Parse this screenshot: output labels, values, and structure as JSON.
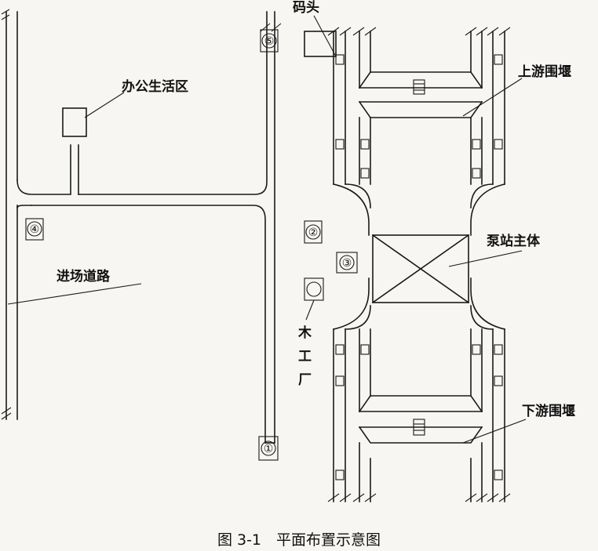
{
  "labels": {
    "wharf": "码头",
    "office": "办公生活区",
    "upstream_cofferdam": "上游围堰",
    "pump_station": "泵站主体",
    "access_road": "进场道路",
    "woodshop_1": "木",
    "woodshop_2": "工",
    "woodshop_3": "厂",
    "downstream_cofferdam": "下游围堰"
  },
  "markers": [
    "①",
    "②",
    "③",
    "④",
    "⑤"
  ],
  "caption": "图 3-1　平面布置示意图"
}
